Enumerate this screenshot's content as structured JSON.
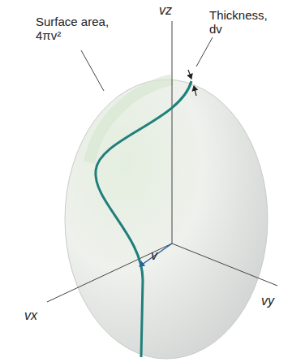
{
  "diagram": {
    "labels": [
      "Surface area, 4πv²",
      "Thickness, dv",
      "vz",
      "vx",
      "vy",
      "v"
    ]
  }
}
